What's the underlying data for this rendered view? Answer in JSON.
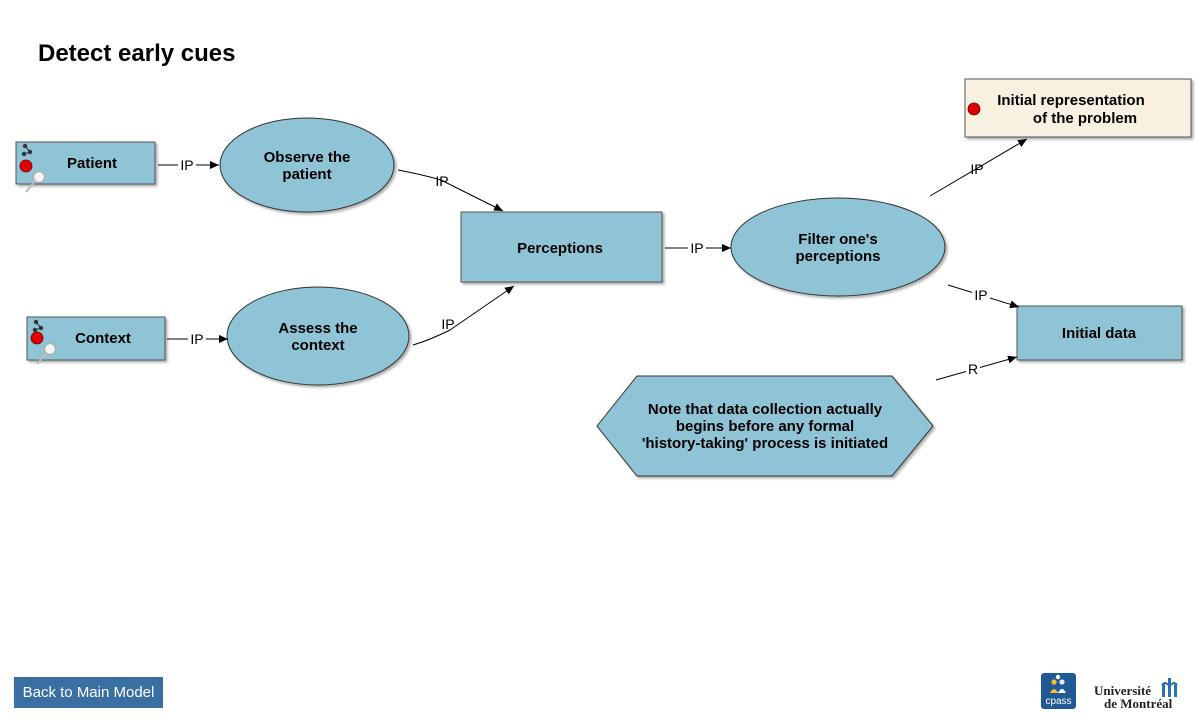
{
  "page": {
    "title": "Detect early cues"
  },
  "colors": {
    "node_fill": "#8fc4d6",
    "note_fill": "#f8f0e0",
    "marker_red": "#e00000",
    "button_bg": "#3a6fa4"
  },
  "nodes": {
    "patient": {
      "label": "Patient"
    },
    "context": {
      "label": "Context"
    },
    "observe": {
      "line1": "Observe the",
      "line2": "patient"
    },
    "assess": {
      "line1": "Assess the",
      "line2": "context"
    },
    "perceptions": {
      "label": "Perceptions"
    },
    "filter": {
      "line1": "Filter one's",
      "line2": "perceptions"
    },
    "initial_rep": {
      "line1": "Initial representation",
      "line2": "of the problem"
    },
    "initial_data": {
      "label": "Initial data"
    },
    "note": {
      "line1": "Note that data collection actually",
      "line2": "begins before any formal",
      "line3": "'history-taking' process is initiated"
    }
  },
  "edges": {
    "patient_observe": "IP",
    "context_assess": "IP",
    "observe_perceptions": "IP",
    "assess_perceptions": "IP",
    "perceptions_filter": "IP",
    "filter_initial_rep": "IP",
    "filter_initial_data": "IP",
    "note_initial_data": "R"
  },
  "footer": {
    "back_button": "Back to Main Model",
    "cpass_logo": "cpass",
    "udem_line1": "Université",
    "udem_line2": "de Montréal"
  }
}
